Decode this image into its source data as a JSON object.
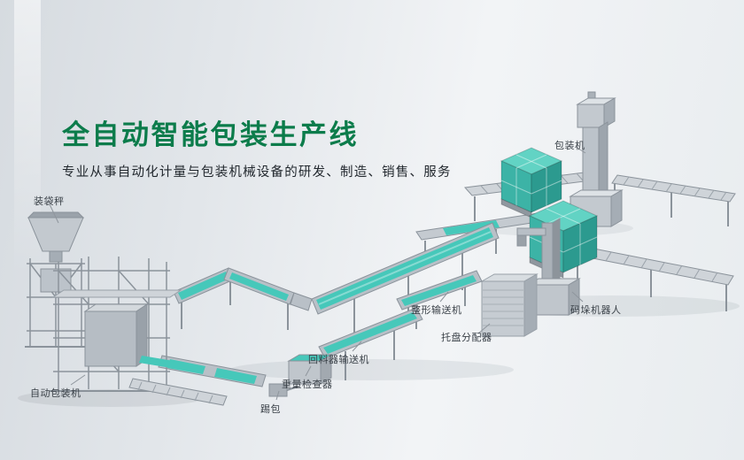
{
  "page": {
    "title": "全自动智能包装生产线",
    "subtitle": "专业从事自动化计量与包装机械设备的研发、制造、销售、服务"
  },
  "colors": {
    "title_green": "#0c7c4b",
    "belt_teal": "#46c8ba",
    "teal_box_top": "#62d3c4",
    "teal_box_front": "#3cb3a6",
    "teal_box_side": "#2c9a8f",
    "machine_gray": "#b9c0c7",
    "machine_gray_dark": "#99a1a9",
    "background_light": "#f2f4f6",
    "background_dark": "#d6dbe0",
    "label_text": "#3a4148"
  },
  "labels": [
    {
      "id": "bagging-scale",
      "text": "装袋秤"
    },
    {
      "id": "packaging-machine",
      "text": "包装机"
    },
    {
      "id": "shaping-conveyor",
      "text": "整形输送机"
    },
    {
      "id": "palletizing-robot",
      "text": "码垛机器人"
    },
    {
      "id": "pallet-distributor",
      "text": "托盘分配器"
    },
    {
      "id": "return-conveyor",
      "text": "回料器输送机"
    },
    {
      "id": "weight-checker",
      "text": "重量检查器"
    },
    {
      "id": "bag-kicker",
      "text": "踢包"
    },
    {
      "id": "auto-packaging-machine",
      "text": "自动包装机"
    }
  ]
}
